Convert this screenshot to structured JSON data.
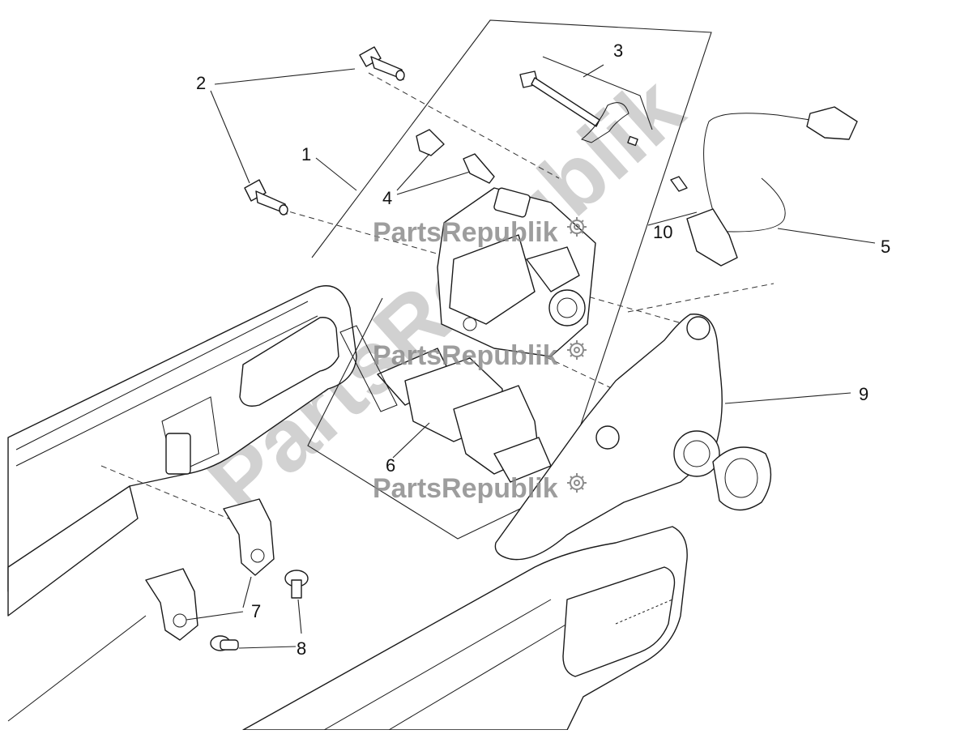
{
  "parts": [
    {
      "id": "1",
      "label": "1"
    },
    {
      "id": "2",
      "label": "2"
    },
    {
      "id": "3",
      "label": "3"
    },
    {
      "id": "4",
      "label": "4"
    },
    {
      "id": "5",
      "label": "5"
    },
    {
      "id": "6",
      "label": "6"
    },
    {
      "id": "7",
      "label": "7"
    },
    {
      "id": "8",
      "label": "8"
    },
    {
      "id": "9",
      "label": "9"
    },
    {
      "id": "10",
      "label": "10"
    }
  ],
  "watermark": {
    "text": "PartsRepublik",
    "color": "#8c8c8c"
  },
  "colors": {
    "line": "#1a1a1a",
    "background": "#ffffff"
  }
}
